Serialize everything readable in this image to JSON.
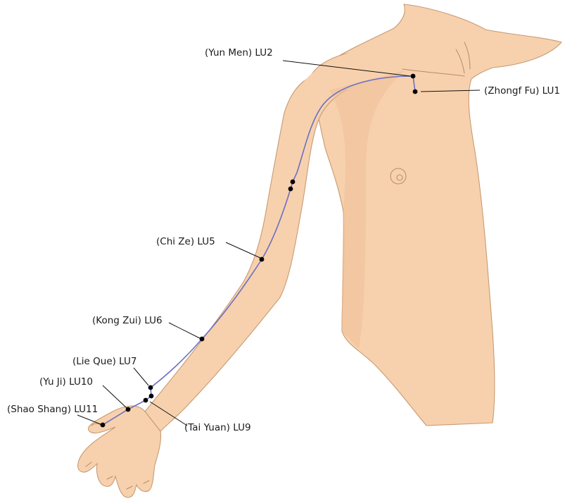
{
  "colors": {
    "skin": "#f7d1ad",
    "skin_outline": "#c79a72",
    "meridian": "#6b6fc4",
    "point": "#000000",
    "text": "#1a1a1a"
  },
  "labels": {
    "lu2": "(Yun Men) LU2",
    "lu1": "(Zhongf Fu) LU1",
    "lu5": "(Chi Ze) LU5",
    "lu6": "(Kong Zui) LU6",
    "lu7": "(Lie Que) LU7",
    "lu10": "(Yu Ji) LU10",
    "lu11": "(Shao Shang) LU11",
    "lu9": "(Tai Yuan) LU9"
  }
}
